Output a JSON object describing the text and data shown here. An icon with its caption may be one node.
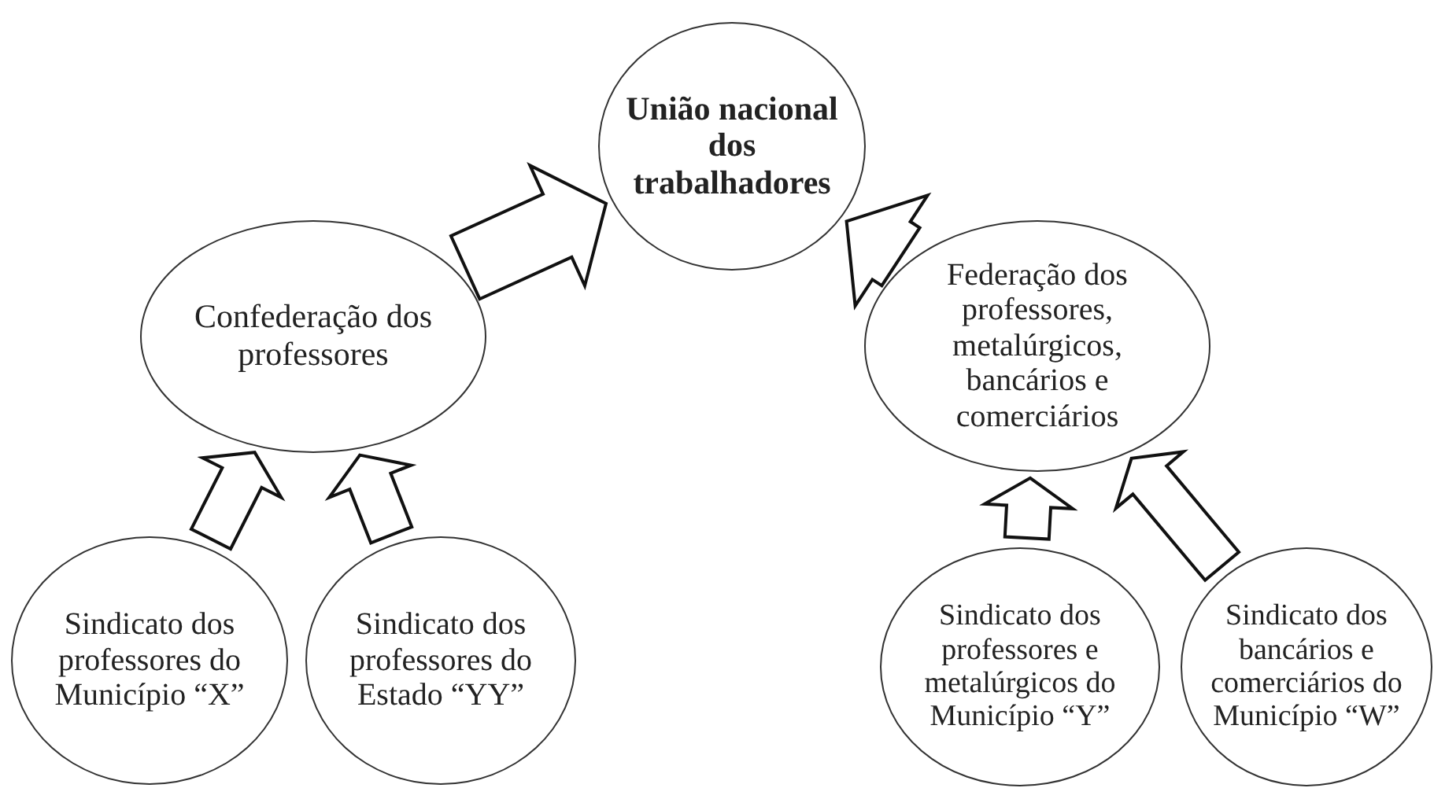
{
  "diagram": {
    "nodes": [
      {
        "text": [
          "União nacional dos trabalhadores"
        ]
      },
      {
        "text": [
          "Confederação dos professores"
        ]
      },
      {
        "text": [
          "Federação dos professores, metalúrgicos, bancários e comerciários"
        ]
      },
      {
        "text": [
          "Sindicato dos professores do Município “X”"
        ]
      },
      {
        "text": [
          "Sindicato dos professores do Estado “YY”"
        ]
      },
      {
        "text": [
          "Sindicato dos professores e metalúrgicos do Município “Y”"
        ]
      },
      {
        "text": [
          "Sindicato dos bancários e comerciários do Município “W”"
        ]
      }
    ],
    "edges": [
      {
        "from": 1,
        "to": 0,
        "arrow": "to"
      },
      {
        "from": 2,
        "to": 0,
        "arrow": "to"
      },
      {
        "from": 3,
        "to": 1,
        "arrow": "to"
      },
      {
        "from": 4,
        "to": 1,
        "arrow": "to"
      },
      {
        "from": 5,
        "to": 2,
        "arrow": "to"
      },
      {
        "from": 6,
        "to": 2,
        "arrow": "to"
      }
    ]
  }
}
